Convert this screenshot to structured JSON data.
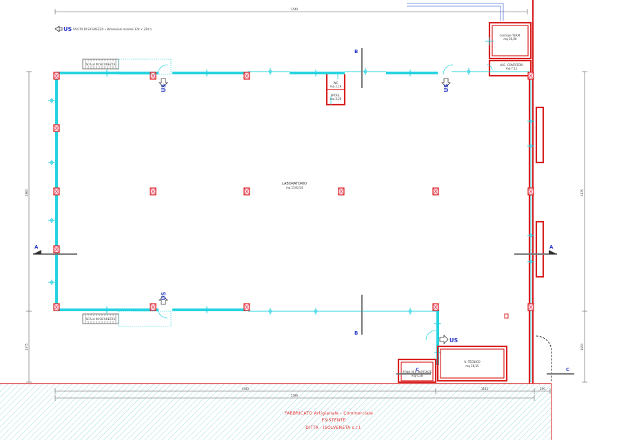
{
  "header": {
    "us_label": "US",
    "note": "USCITA DI SICUREZZA  •  Dimensioni minime 120 × 220 h"
  },
  "dimensions": {
    "top_total": "3540",
    "bottom_left": "4445",
    "bottom_mid": "1145",
    "bottom_right": "240",
    "bottom_total": "5590",
    "left_main": "2860",
    "left_lower": "1375",
    "right_main": "2875",
    "right_lower": "1650"
  },
  "rooms": {
    "lab_name": "LABORATORIO",
    "lab_area": "mq 1540,54",
    "centrale_name": "Centrale TERM.",
    "centrale_area": "mq 20,06",
    "locale_name": "LOC. CONTATORI",
    "locale_area": "mq 7,11",
    "wc_name": "WC",
    "wc_area": "mq 2,19",
    "spogliatoio_name": "SPOGL.",
    "spogliatoio_area": "mq 3,20",
    "ufficio_name": "U. TECNICO",
    "ufficio_area": "mq 26,55",
    "attesa_name": "ZONA PER PARTENZE",
    "attesa_area": "mq 6,28"
  },
  "stairs": {
    "top": "SCALA IN SICUREZZA",
    "bottom": "SCALA IN SICUREZZA"
  },
  "exits": {
    "us_top_left": "US",
    "us_top_right": "US",
    "us_bottom_left": "US",
    "us_bottom_right": "US"
  },
  "sections": {
    "a_left": "A",
    "a_right": "A",
    "b_top": "B",
    "b_bottom": "B",
    "c_left": "C",
    "c_right": "C"
  },
  "title_block": {
    "line1": "FABBRICATO  Artigianale  -  Commerciale",
    "line2": "ESISTENTE",
    "line3": "DITTA  -  ISOLVENETA  s.r.l."
  },
  "colors": {
    "wall": "#d82020",
    "glazing": "#25d3e0",
    "exit_label": "#2f3ec8",
    "hatch": "#7fd0d6"
  }
}
